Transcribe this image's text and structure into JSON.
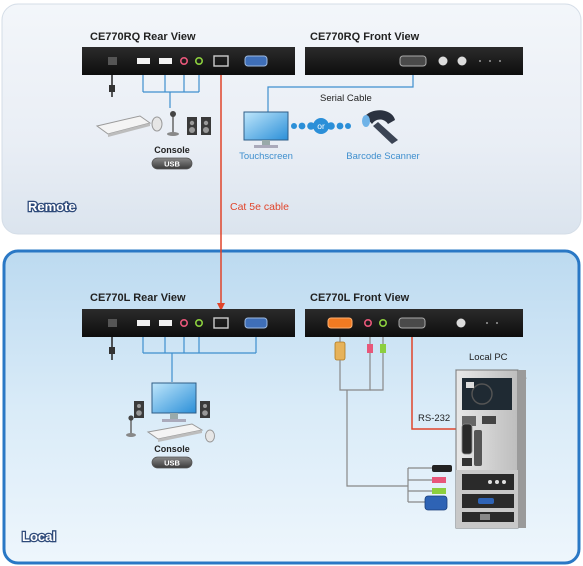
{
  "remote": {
    "region_label": "Remote",
    "rear_title": "CE770RQ Rear View",
    "front_title": "CE770RQ Front View",
    "serial_cable_label": "Serial Cable",
    "or_label": "or",
    "touchscreen_label": "Touchscreen",
    "barcode_label": "Barcode Scanner",
    "console_label": "Console",
    "usb_label": "USB"
  },
  "cable_label": "Cat 5e cable",
  "local": {
    "region_label": "Local",
    "rear_title": "CE770L Rear View",
    "front_title": "CE770L Front View",
    "local_pc_label": "Local PC",
    "rs232_label": "RS-232",
    "console_label": "Console",
    "usb_label": "USB"
  },
  "colors": {
    "remote_band": "#e3ecf5",
    "local_band_top": "#bfdcf2",
    "local_band_border": "#2a78c5",
    "cable_red": "#e0442a",
    "cable_blue": "#3f8fce",
    "accent_orange": "#f07a22",
    "device_body": "#1a1a1a"
  }
}
